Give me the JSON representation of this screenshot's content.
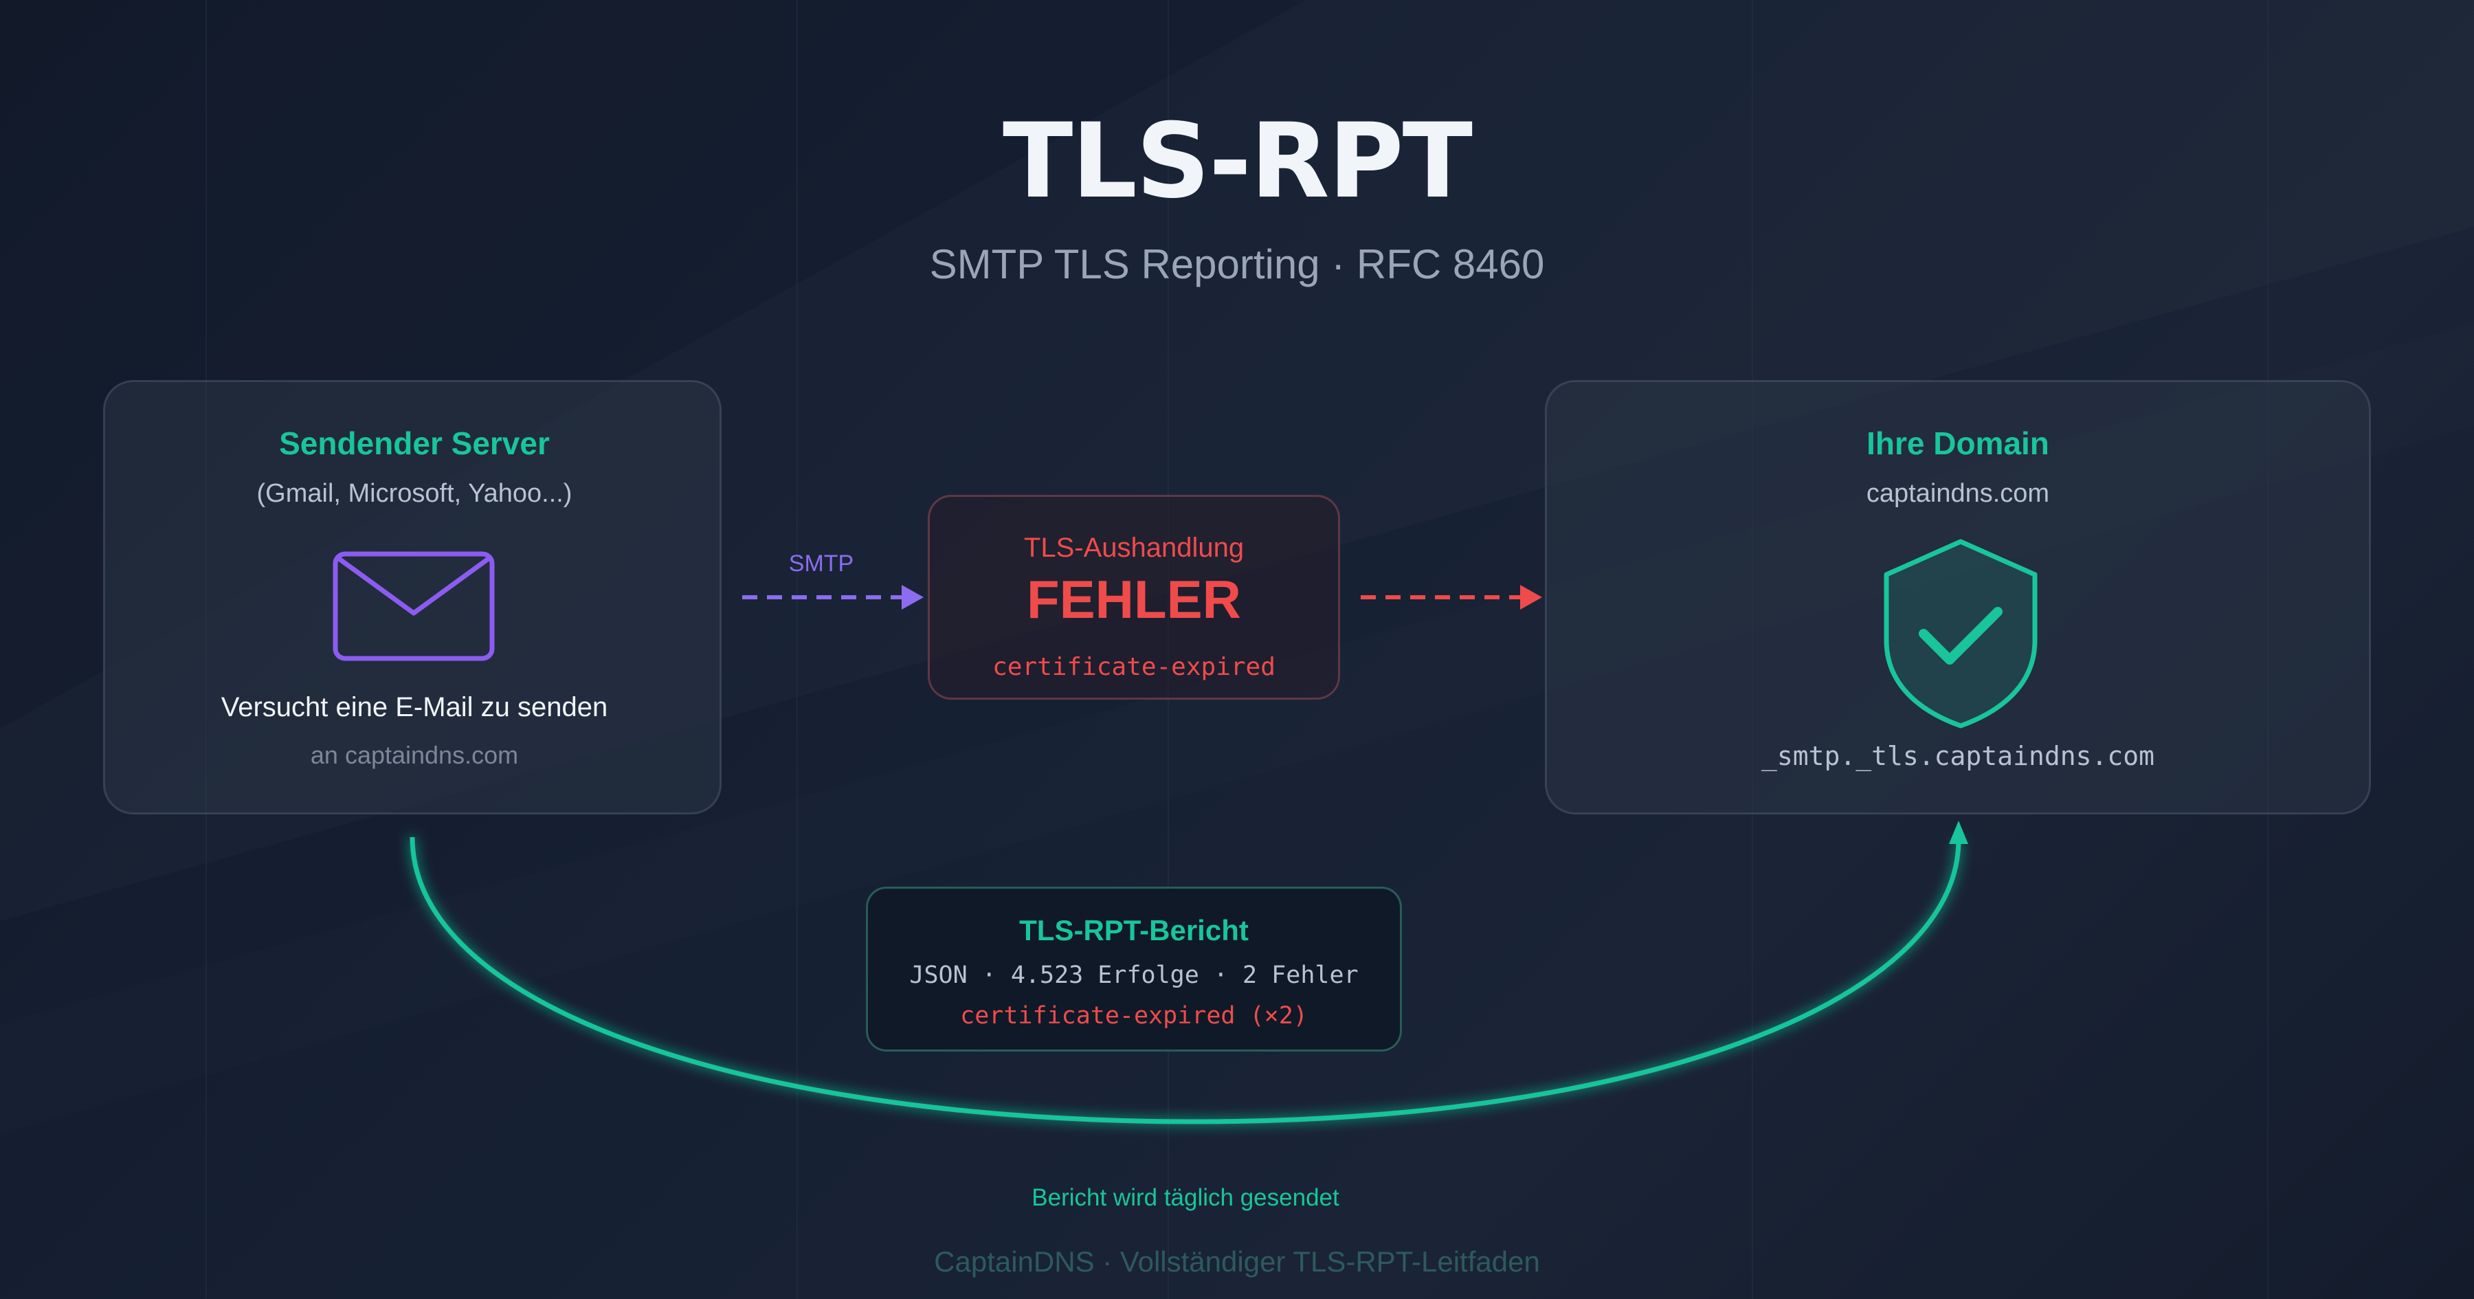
{
  "title": "TLS-RPT",
  "subtitle": "SMTP TLS Reporting · RFC 8460",
  "sender": {
    "title": "Sendender Server",
    "subtitle": "(Gmail, Microsoft, Yahoo...)",
    "icon": "envelope-icon",
    "action": "Versucht eine E-Mail zu senden",
    "target": "an captaindns.com"
  },
  "connection": {
    "protocol_label": "SMTP"
  },
  "handshake": {
    "label": "TLS-Aushandlung",
    "status": "FEHLER",
    "error_code": "certificate-expired"
  },
  "domain": {
    "title": "Ihre Domain",
    "name": "captaindns.com",
    "icon": "shield-check-icon",
    "dns_record": "_smtp._tls.captaindns.com"
  },
  "report": {
    "title": "TLS-RPT-Bericht",
    "summary": "JSON · 4.523 Erfolge · 2 Fehler",
    "failure": "certificate-expired (×2)",
    "delivery_note": "Bericht wird täglich gesendet"
  },
  "footer": "CaptainDNS · Vollständiger TLS-RPT-Leitfaden",
  "colors": {
    "accent_green": "#19c59a",
    "error_red": "#ef4b4b",
    "smtp_purple": "#8c6cf0",
    "background": "#141b2b"
  }
}
